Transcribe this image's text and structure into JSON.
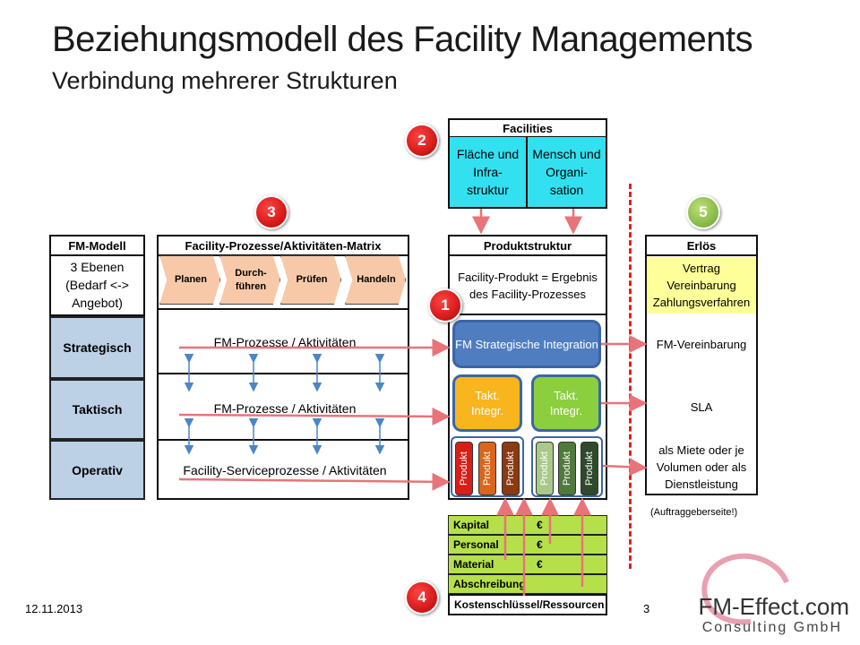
{
  "title": "Beziehungsmodell des Facility Managements",
  "subtitle": "Verbindung mehrerer Strukturen",
  "badges": {
    "b1": "1",
    "b2": "2",
    "b3": "3",
    "b4": "4",
    "b5": "5"
  },
  "fm_modell": {
    "header": "FM-Modell",
    "intro": "3 Ebenen (Bedarf <-> Angebot)",
    "levels": [
      "Strategisch",
      "Taktisch",
      "Operativ"
    ]
  },
  "matrix": {
    "header": "Facility-Prozesse/Aktivitäten-Matrix",
    "processes": [
      "Planen",
      "Durch-führen",
      "Prüfen",
      "Handeln"
    ],
    "rows": [
      "FM-Prozesse / Aktivitäten",
      "FM-Prozesse / Aktivitäten",
      "Facility-Serviceprozesse / Aktivitäten"
    ]
  },
  "facilities": {
    "header": "Facilities",
    "left": "Fläche und Infra-struktur",
    "right": "Mensch und Organi-sation"
  },
  "produkt": {
    "header": "Produktstruktur",
    "result": "Facility-Produkt = Ergebnis des Facility-Prozesses",
    "fm_strategic": "FM Strategische Integration",
    "takt_left": "Takt. Integr.",
    "takt_right": "Takt. Integr.",
    "products": [
      "Produkt",
      "Produkt",
      "Produkt",
      "Produkt",
      "Produkt",
      "Produkt"
    ]
  },
  "costs": {
    "rows": [
      "Kapital",
      "Personal",
      "Material",
      "Abschreibung",
      "Kostenschlüssel/Ressourcen"
    ],
    "euro": "€"
  },
  "erloes": {
    "header": "Erlös",
    "contract": "Vertrag Vereinbarung Zahlungsverfahren",
    "items": [
      "FM-Vereinbarung",
      "SLA",
      "als Miete oder je Volumen oder als Dienstleistung"
    ],
    "note": "(Auftraggeberseite!)"
  },
  "footer": {
    "date": "12.11.2013",
    "page": "3",
    "logo_main": "FM-Effect.com",
    "logo_sub": "Consulting GmbH"
  },
  "colors": {
    "cyan": "#33e0f0",
    "level_blue": "#bcd0e6",
    "fm_blue": "#4f7dbf",
    "takt_orange": "#f9b51e",
    "takt_green": "#8ccf3e",
    "cost_green": "#b5e04a",
    "contract_yellow": "#ffff99",
    "arrow_red": "#e8747a"
  }
}
